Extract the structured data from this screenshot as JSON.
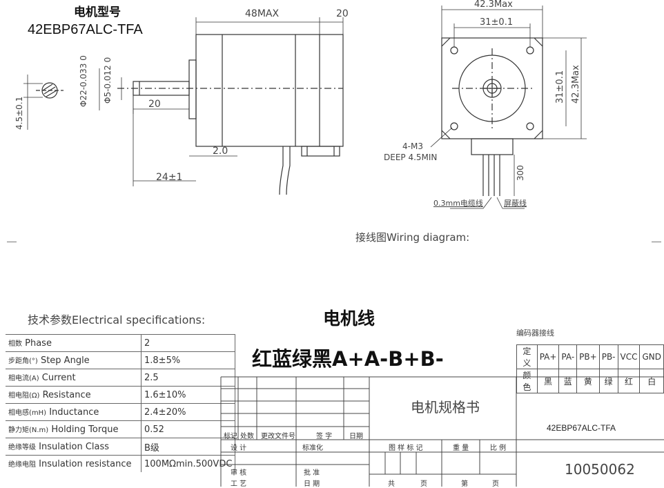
{
  "motor_model": {
    "label": "电机型号",
    "number": "42EBP67ALC-TFA"
  },
  "drawing_dims": {
    "length_max": "48MAX",
    "front_20": "20",
    "shaft_dia": "Φ22-0.033 0",
    "shaft_d5": "Φ5-0.012 0",
    "shaft_len": "20",
    "boss_h": "2.0",
    "body_24": "24±1",
    "flat_4_5": "4.5±0.1",
    "side_42_3": "42.3Max",
    "hole_31": "31±0.1",
    "side_31_v": "31±0.1",
    "side_42_3_v": "42.3Max",
    "thread_1": "4-M3",
    "thread_2": "DEEP 4.5MIN",
    "cable_len": "300",
    "cable_note": "0.3mm电缆线",
    "shield_note": "屏蔽线"
  },
  "wiring_title": "接线图Wiring diagram:",
  "motor_wire": {
    "title": "电机线",
    "colors": "红蓝绿黑A+A-B+B-"
  },
  "specs": {
    "title": "技术参数Electrical specifications:",
    "rows": [
      {
        "zh": "相数",
        "en": "Phase",
        "value": "2"
      },
      {
        "zh": "步距角(°)",
        "en": "Step Angle",
        "value": "1.8±5%"
      },
      {
        "zh": "相电流(A)",
        "en": "Current",
        "value": "2.5"
      },
      {
        "zh": "相电阻(Ω)",
        "en": "Resistance",
        "value": "1.6±10%"
      },
      {
        "zh": "相电感(mH)",
        "en": "Inductance",
        "value": "2.4±20%"
      },
      {
        "zh": "静力矩(N.m)",
        "en": "Holding Torque",
        "value": "0.52"
      },
      {
        "zh": "绝缘等级",
        "en": "Insulation Class",
        "value": "B级"
      },
      {
        "zh": "绝缘电阻",
        "en": "Insulation resistance",
        "value": "100MΩmin.500VDC"
      }
    ]
  },
  "encoder": {
    "title": "编码器接线",
    "row1": [
      "定 义",
      "PA+",
      "PA-",
      "PB+",
      "PB-",
      "VCC",
      "GND"
    ],
    "row2": [
      "颜 色",
      "黑",
      "蓝",
      "黄",
      "绿",
      "红",
      "白"
    ]
  },
  "title_block": {
    "doc_title": "电机规格书",
    "model": "42EBP67ALC-TFA",
    "doc_number": "10050062",
    "labels": {
      "mark": "标记",
      "count": "处数",
      "change_doc": "更改文件号",
      "sign": "签 字",
      "date": "日期",
      "design": "设 计",
      "standard": "标准化",
      "review": "审 核",
      "approve": "批 准",
      "process": "工 艺",
      "date2": "日 期",
      "drawing_mark": "图 样 标 记",
      "weight": "重 量",
      "scale": "比 例",
      "total": "共",
      "page": "页",
      "nth": "第",
      "page2": "页"
    }
  },
  "colors": {
    "line": "#333333",
    "text": "#222222"
  }
}
